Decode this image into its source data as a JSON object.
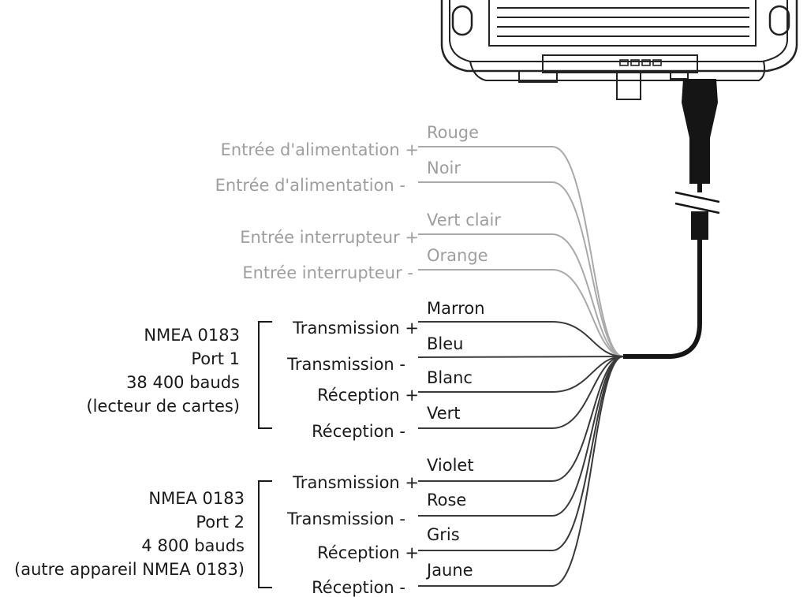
{
  "power_group": {
    "wires": [
      {
        "function": "Entrée d'alimentation +",
        "color": "Rouge"
      },
      {
        "function": "Entrée d'alimentation -",
        "color": "Noir"
      }
    ]
  },
  "switch_group": {
    "wires": [
      {
        "function": "Entrée interrupteur +",
        "color": "Vert clair"
      },
      {
        "function": "Entrée interrupteur -",
        "color": "Orange"
      }
    ]
  },
  "port1": {
    "title": "NMEA 0183",
    "port": "Port 1",
    "baud": "38 400 bauds",
    "device": "(lecteur de cartes)",
    "wires": [
      {
        "function": "Transmission +",
        "color": "Marron"
      },
      {
        "function": "Transmission -",
        "color": "Bleu"
      },
      {
        "function": "Réception +",
        "color": "Blanc"
      },
      {
        "function": "Réception -",
        "color": "Vert"
      }
    ]
  },
  "port2": {
    "title": "NMEA 0183",
    "port": "Port 2",
    "baud": "4 800 bauds",
    "device": "(autre appareil NMEA 0183)",
    "wires": [
      {
        "function": "Transmission +",
        "color": "Violet"
      },
      {
        "function": "Transmission -",
        "color": "Rose"
      },
      {
        "function": "Réception +",
        "color": "Gris"
      },
      {
        "function": "Réception -",
        "color": "Jaune"
      }
    ]
  },
  "colors": {
    "inactive_wire": "#a9a9a9",
    "active_wire": "#3a3a3a",
    "cable": "#151515"
  }
}
